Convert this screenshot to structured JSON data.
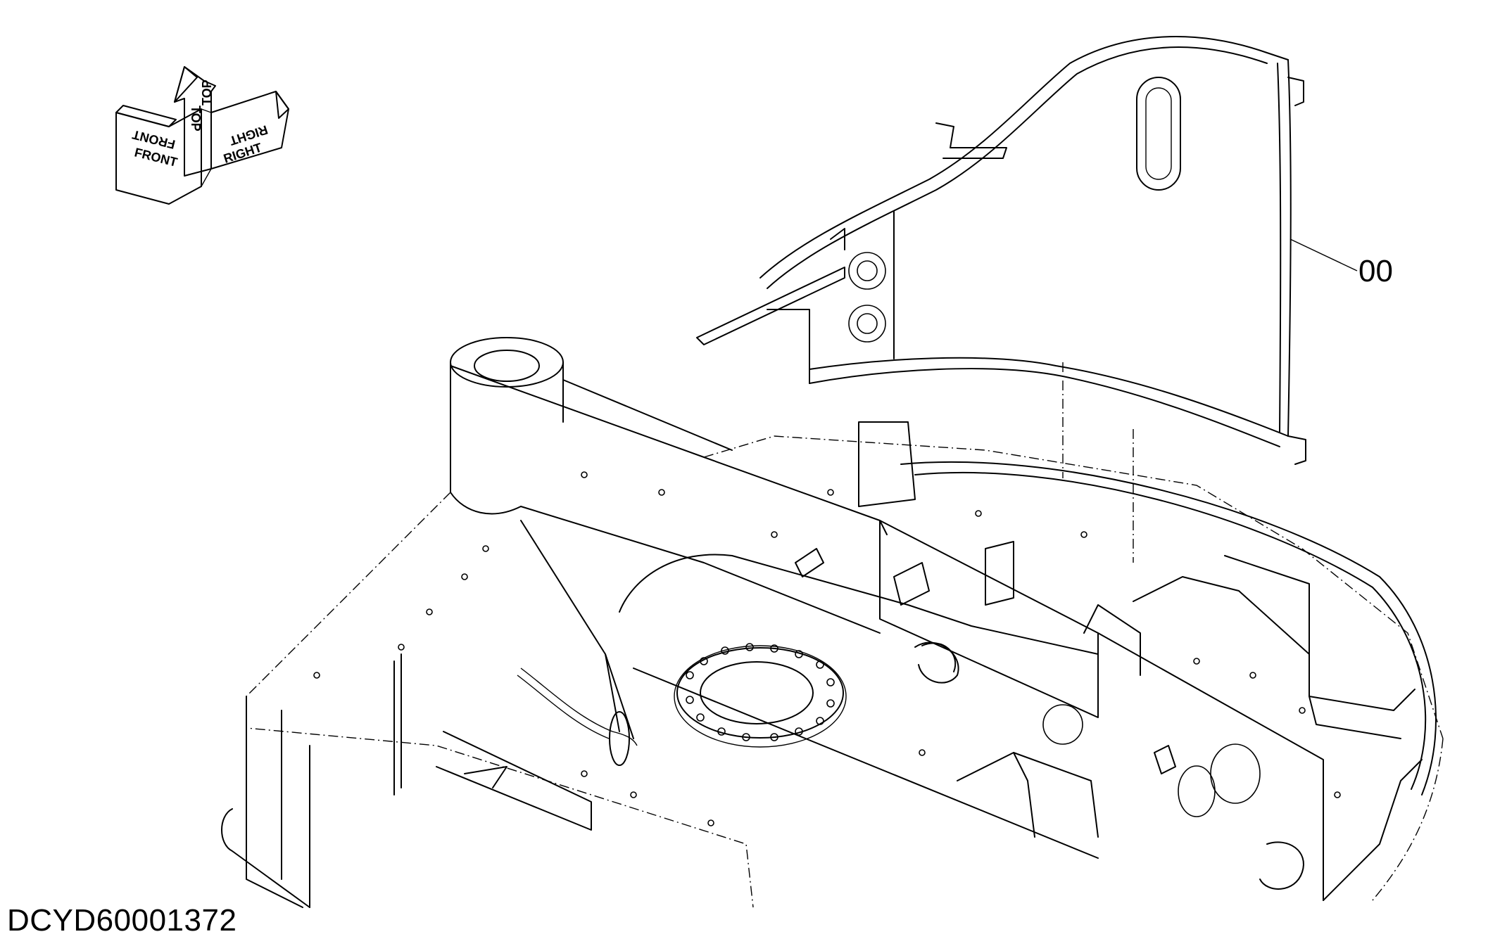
{
  "orientation": {
    "front_label": "FRONT",
    "top_label": "TOP",
    "right_label": "RIGHT",
    "front_mirror_label": "FRONT",
    "top_mirror_label": "TOP",
    "right_mirror_label": "RIGHT"
  },
  "callouts": [
    {
      "label": "00",
      "part": "cover-panel"
    }
  ],
  "drawing_id": "DCYD60001372",
  "icons": [
    "orientation-arrow-icon"
  ]
}
